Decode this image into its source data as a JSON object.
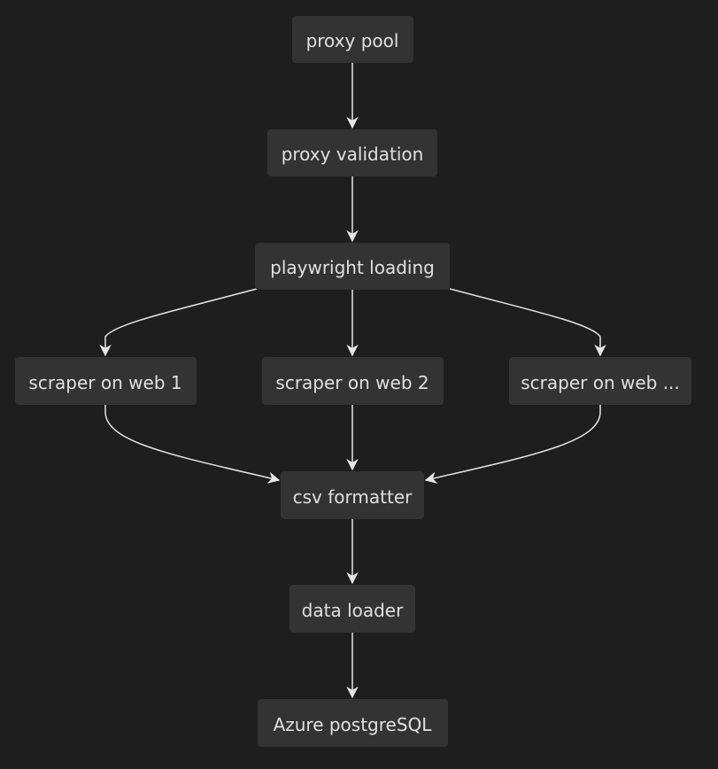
{
  "diagram": {
    "type": "flowchart",
    "direction": "top-down",
    "nodes": [
      {
        "id": "proxy_pool",
        "label": "proxy pool"
      },
      {
        "id": "proxy_validation",
        "label": "proxy validation"
      },
      {
        "id": "playwright_loading",
        "label": "playwright loading"
      },
      {
        "id": "scraper1",
        "label": "scraper on web 1"
      },
      {
        "id": "scraper2",
        "label": "scraper on web 2"
      },
      {
        "id": "scraper3",
        "label": "scraper on web ..."
      },
      {
        "id": "csv_formatter",
        "label": "csv formatter"
      },
      {
        "id": "data_loader",
        "label": "data loader"
      },
      {
        "id": "azure",
        "label": "Azure postgreSQL"
      }
    ],
    "edges": [
      [
        "proxy_pool",
        "proxy_validation"
      ],
      [
        "proxy_validation",
        "playwright_loading"
      ],
      [
        "playwright_loading",
        "scraper1"
      ],
      [
        "playwright_loading",
        "scraper2"
      ],
      [
        "playwright_loading",
        "scraper3"
      ],
      [
        "scraper1",
        "csv_formatter"
      ],
      [
        "scraper2",
        "csv_formatter"
      ],
      [
        "scraper3",
        "csv_formatter"
      ],
      [
        "csv_formatter",
        "data_loader"
      ],
      [
        "data_loader",
        "azure"
      ]
    ],
    "colors": {
      "background": "#1e1e1e",
      "node": "#333333",
      "text": "#e0e0e0",
      "edge": "#e6e6e6"
    }
  }
}
